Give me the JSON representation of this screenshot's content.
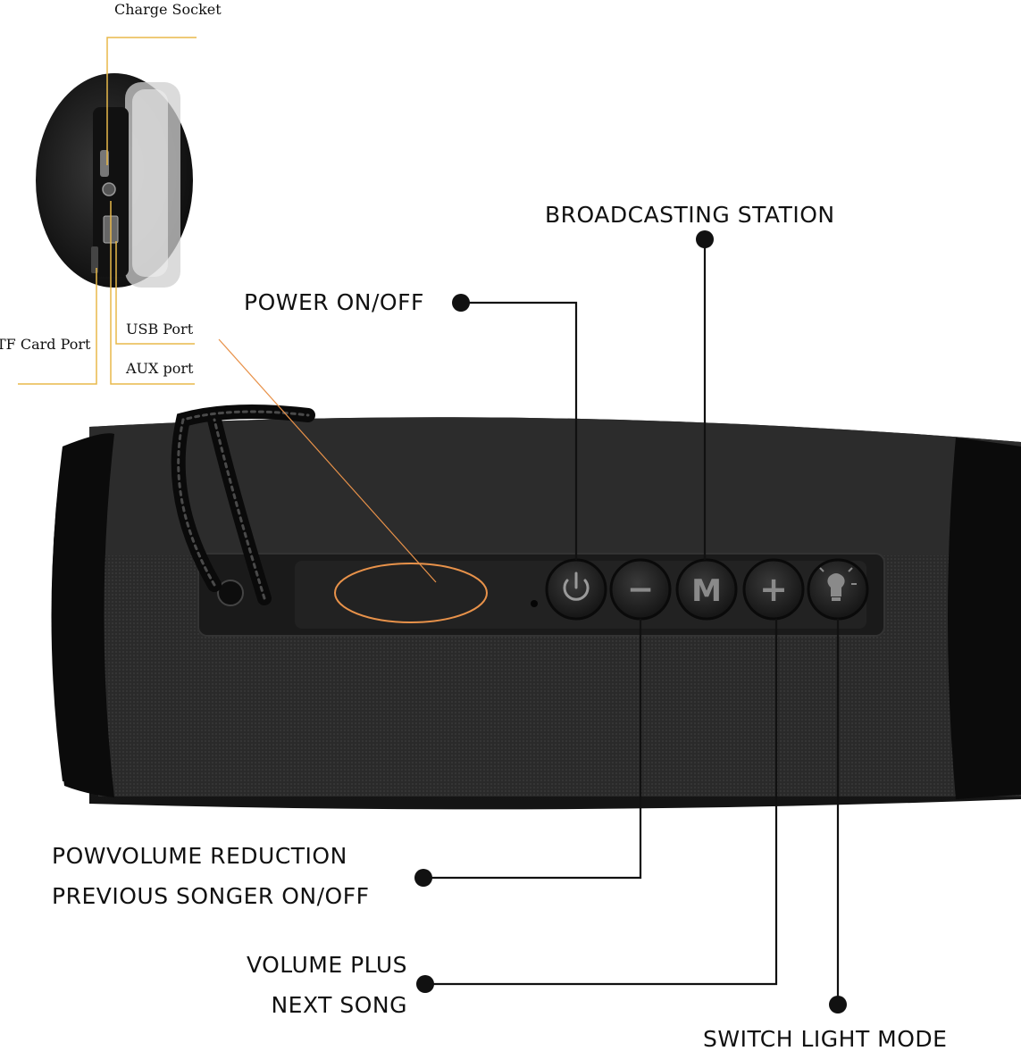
{
  "ports": {
    "charge_socket": "Charge Socket",
    "tf_card_port": "TF Card Port",
    "usb_port": "USB Port",
    "aux_port": "AUX port"
  },
  "callouts": {
    "broadcasting_station": "BROADCASTING STATION",
    "power_on_off": "POWER ON/OFF",
    "volume_reduction_line1": "POWVOLUME REDUCTION",
    "volume_reduction_line2": "PREVIOUS SONGER ON/OFF",
    "volume_plus_line1": "VOLUME PLUS",
    "volume_plus_line2": "NEXT SONG",
    "switch_light_mode": "SWITCH LIGHT MODE"
  },
  "buttons": {
    "minus": "−",
    "mode": "M",
    "plus": "+"
  },
  "colors": {
    "leader_line": "#e8b94a",
    "highlight_ellipse": "#e8924a",
    "speaker_body": "#1c1c1c",
    "callout_line": "#111111"
  }
}
